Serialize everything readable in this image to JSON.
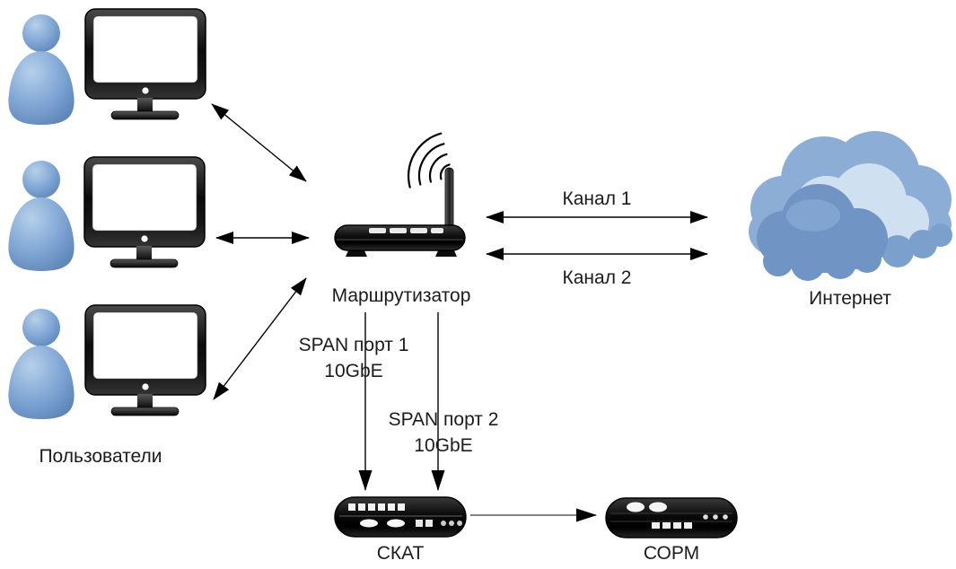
{
  "diagram": {
    "users": {
      "label": "Пользователи",
      "count": 3
    },
    "router": {
      "label": "Маршрутизатор"
    },
    "internet": {
      "label": "Интернет"
    },
    "links": {
      "channel1": "Канал 1",
      "channel2": "Канал 2",
      "span1_name": "SPAN порт 1",
      "span1_speed": "10GbE",
      "span2_name": "SPAN порт 2",
      "span2_speed": "10GbE"
    },
    "devices": {
      "skat": "СКАТ",
      "sorm": "СОРМ"
    },
    "colors": {
      "figure_blue": "#7fa6d4",
      "cloud_back": "#8cadd6",
      "cloud_light": "#cfe0f0",
      "cloud_front": "#7094c3",
      "device_dark": "#141414",
      "arrow": "#000000",
      "feed_arrow_line": "#5a5a5a",
      "text": "#1c1c1c",
      "background": "#ffffff"
    }
  }
}
